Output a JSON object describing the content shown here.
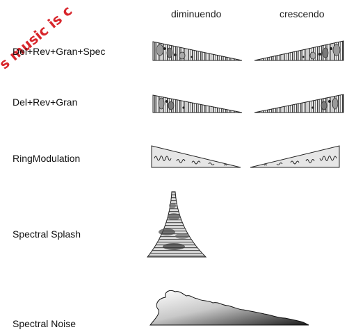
{
  "headers": {
    "diminuendo": "diminuendo",
    "crescendo": "crescendo"
  },
  "rows": [
    {
      "label": "Del+Rev+Gran+Spec"
    },
    {
      "label": "Del+Rev+Gran"
    },
    {
      "label": "RingModulation"
    },
    {
      "label": "Spectral Splash"
    },
    {
      "label": "Spectral Noise"
    }
  ],
  "overlay_text": "s music is c",
  "colors": {
    "accent_red": "#d8262c",
    "shape_fill": "#e6e6e6",
    "stroke": "#222222"
  }
}
